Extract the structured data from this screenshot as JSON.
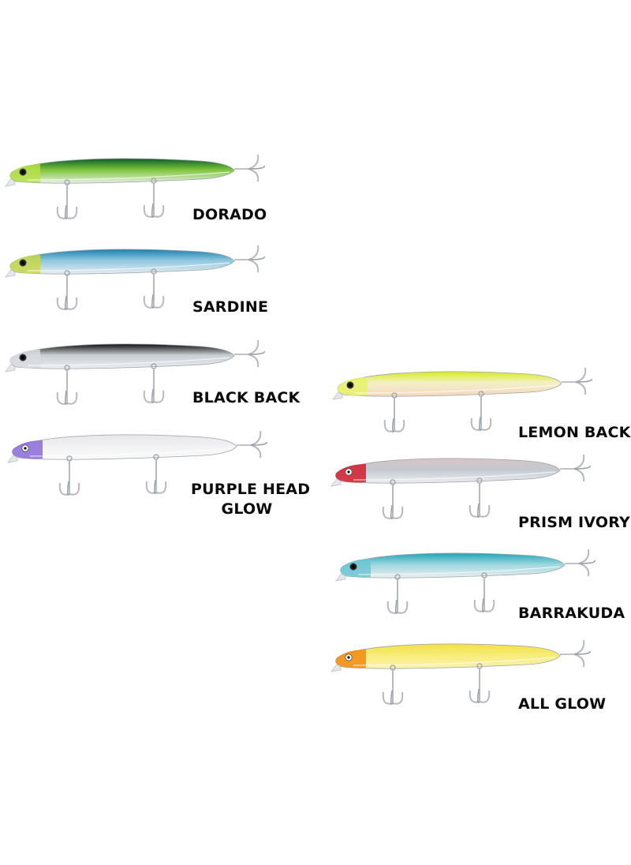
{
  "lures": [
    {
      "label": "DORADO",
      "colors": {
        "back": "#0b5d2a",
        "body": "#7cc43a",
        "belly": "#e9f0e4",
        "head": "#b7e04a",
        "eye": "#1a1a1a"
      }
    },
    {
      "label": "SARDINE",
      "colors": {
        "back": "#1d7fb0",
        "body": "#8fc7df",
        "belly": "#e7edf1",
        "head": "#c9d84b",
        "eye": "#1a1a1a"
      }
    },
    {
      "label": "BLACK BACK",
      "colors": {
        "back": "#111111",
        "body": "#c9ced3",
        "belly": "#eceff2",
        "head": "#d7dbde",
        "eye": "#1a1a1a"
      }
    },
    {
      "label_line1": "PURPLE HEAD",
      "label_line2": "GLOW",
      "colors": {
        "back": "#e6e6ea",
        "body": "#f2f2f4",
        "belly": "#fafafa",
        "head": "#8a6bd8",
        "eye": "#ffffff"
      }
    },
    {
      "label": "LEMON BACK",
      "colors": {
        "back": "#d7ec1a",
        "body": "#f3f0c8",
        "belly": "#f5d7bf",
        "head": "#e8f26a",
        "eye": "#1a1a1a"
      }
    },
    {
      "label": "PRISM IVORY",
      "colors": {
        "back": "#d8c4c8",
        "body": "#c3c9cf",
        "belly": "#ebeef1",
        "head": "#d41c2b",
        "eye": "#ffffff"
      }
    },
    {
      "label": "BARRAKUDA",
      "colors": {
        "back": "#1fa5b8",
        "body": "#9bd6de",
        "belly": "#eceff1",
        "head": "#6cc7d3",
        "eye": "#1a1a1a"
      }
    },
    {
      "label": "ALL GLOW",
      "colors": {
        "back": "#f3e042",
        "body": "#f8ec7a",
        "belly": "#fbf2b0",
        "head": "#f28a12",
        "eye": "#ffffff"
      }
    }
  ]
}
